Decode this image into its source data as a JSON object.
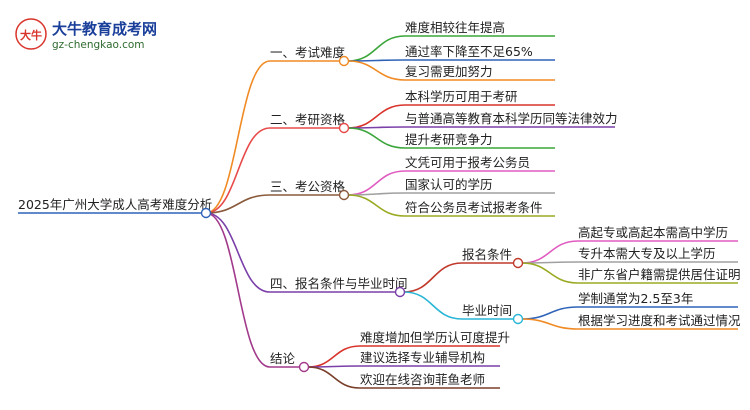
{
  "logo": {
    "title": "大牛教育成考网",
    "url": "gz-chengkao.com",
    "mark": "大牛"
  },
  "root": {
    "label": "2025年广州大学成人高考难度分析"
  },
  "branches": [
    {
      "label": "一、考试难度",
      "color": "#f08a24",
      "children": [
        {
          "label": "难度相较往年提高",
          "color": "#3aa63a"
        },
        {
          "label": "通过率下降至不足65%",
          "color": "#2f63b8"
        },
        {
          "label": "复习需更加努力",
          "color": "#f08a24"
        }
      ]
    },
    {
      "label": "二、考研资格",
      "color": "#e84a4a",
      "children": [
        {
          "label": "本科学历可用于考研",
          "color": "#d9342b"
        },
        {
          "label": "与普通高等教育本科学历同等法律效力",
          "color": "#7a3fa8"
        },
        {
          "label": "提升考研竞争力",
          "color": "#3aa63a"
        }
      ]
    },
    {
      "label": "三、考公资格",
      "color": "#8b5a3c",
      "children": [
        {
          "label": "文凭可用于报考公务员",
          "color": "#e05cc0"
        },
        {
          "label": "国家认可的学历",
          "color": "#a0a0a0"
        },
        {
          "label": "符合公务员考试报考条件",
          "color": "#9aaa22"
        }
      ]
    },
    {
      "label": "四、报名条件与毕业时间",
      "color": "#7a3fa8",
      "children": [
        {
          "label": "报名条件",
          "color": "#c0392b",
          "children": [
            {
              "label": "高起专或高起本需高中学历",
              "color": "#e05cc0"
            },
            {
              "label": "专升本需大专及以上学历",
              "color": "#a0a0a0"
            },
            {
              "label": "非广东省户籍需提供居住证明",
              "color": "#9aaa22"
            }
          ]
        },
        {
          "label": "毕业时间",
          "color": "#29b6d6",
          "children": [
            {
              "label": "学制通常为2.5至3年",
              "color": "#2f63b8"
            },
            {
              "label": "根据学习进度和考试通过情况",
              "color": "#f08a24"
            }
          ]
        }
      ]
    },
    {
      "label": "结论",
      "color": "#a23a8c",
      "children": [
        {
          "label": "难度增加但学历认可度提升",
          "color": "#d9342b"
        },
        {
          "label": "建议选择专业辅导机构",
          "color": "#7a3fa8"
        },
        {
          "label": "欢迎在线咨询菲鱼老师",
          "color": "#7a3f2a"
        }
      ]
    }
  ]
}
